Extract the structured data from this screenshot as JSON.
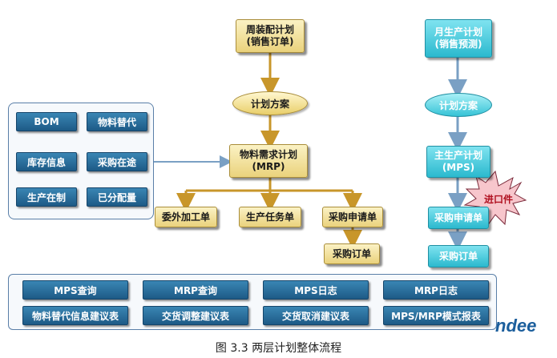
{
  "left": {
    "top_box": [
      "周装配计划",
      "(销售订单)"
    ],
    "plan_oval": "计划方案",
    "mrp_box": [
      "物料需求计划",
      "(MRP)"
    ],
    "outputs": [
      "委外加工单",
      "生产任务单",
      "采购申请单"
    ],
    "purchase_order": "采购订单"
  },
  "inputs": [
    "BOM",
    "物料替代",
    "库存信息",
    "采购在途",
    "生产在制",
    "已分配量"
  ],
  "right": {
    "top_box": [
      "月生产计划",
      "(销售预测)"
    ],
    "plan_oval": "计划方案",
    "mps_box": [
      "主生产计划",
      "(MPS)"
    ],
    "purchase_request": "采购申请单",
    "purchase_order": "采购订单",
    "star": "进口件"
  },
  "bottom": {
    "row1": [
      "MPS查询",
      "MRP查询",
      "MPS日志",
      "MRP日志"
    ],
    "row2": [
      "物料替代信息建议表",
      "交货调整建议表",
      "交货取消建议表",
      "MPS/MRP模式报表"
    ]
  },
  "brand": "ndee",
  "caption": "图 3.3  两层计划整体流程",
  "colors": {
    "gold_arrow": "#c8962a",
    "blue_arrow": "#7aa0c4",
    "panel_border": "#5a7fa8"
  }
}
